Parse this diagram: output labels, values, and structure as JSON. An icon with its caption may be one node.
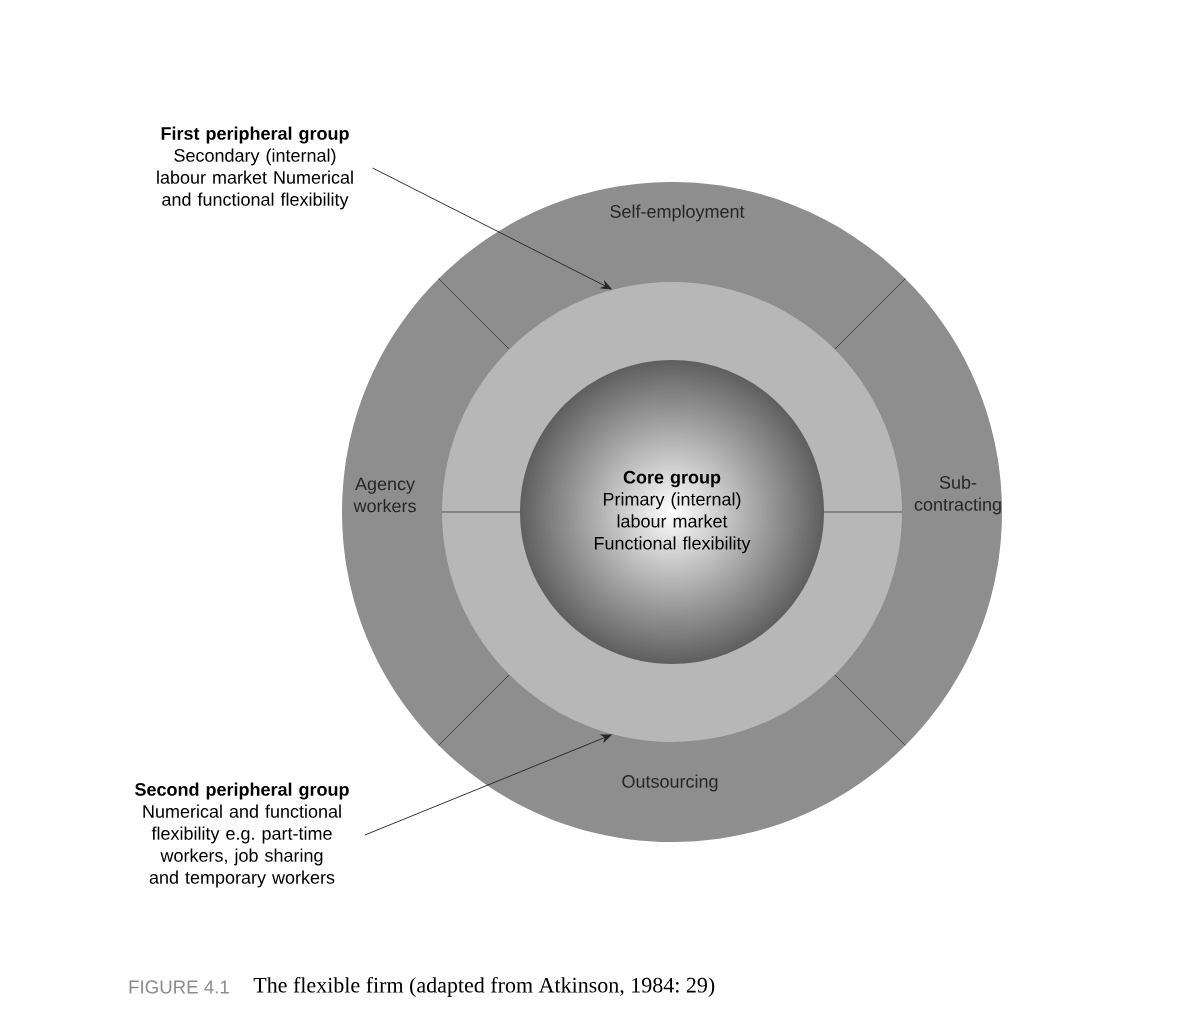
{
  "diagram": {
    "caption": "The flexible firm (adapted from Atkinson, 1984: 29)",
    "nodes": [
      {
        "text": [
          "Self-employment",
          "Agency workers",
          "Sub-contracting",
          "Outsourcing"
        ]
      },
      {
        "text": [],
        "shape": "circle",
        "in": 0
      },
      {
        "text": [
          "Core group",
          "Primary (internal) labour market Functional flexibility"
        ],
        "in": 1
      },
      {
        "text": [
          "First peripheral group",
          "Secondary (internal) labour market Numerical and functional flexibility"
        ]
      },
      {
        "text": [
          "Second peripheral group",
          "Numerical and functional flexibility e.g. part-time workers, job sharing and temporary workers"
        ]
      }
    ],
    "edges": [
      {
        "from": 3,
        "to": 1,
        "arrow": "to"
      },
      {
        "from": 4,
        "to": 1,
        "arrow": "to"
      }
    ],
    "labels": [
      "FIGURE 4.1"
    ]
  }
}
